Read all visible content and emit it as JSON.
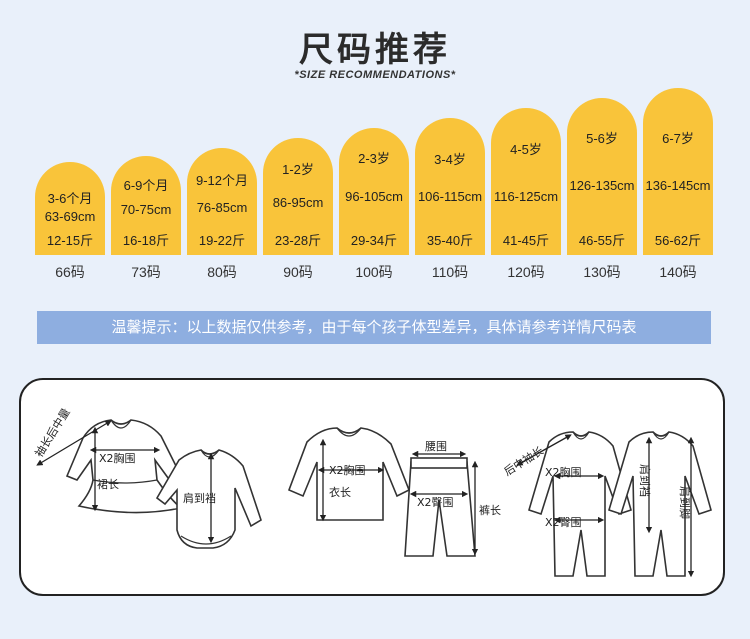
{
  "title": "尺码推荐",
  "subtitle": "*SIZE RECOMMENDATIONS*",
  "colors": {
    "pill": "#f9c43a",
    "tip_bg": "#8eaee0",
    "background": "#e9f0fa"
  },
  "sizes": [
    {
      "age": "3-6个月",
      "height": "63-69cm",
      "weight": "12-15斤",
      "code": "66码"
    },
    {
      "age": "6-9个月",
      "height": "70-75cm",
      "weight": "16-18斤",
      "code": "73码"
    },
    {
      "age": "9-12个月",
      "height": "76-85cm",
      "weight": "19-22斤",
      "code": "80码"
    },
    {
      "age": "1-2岁",
      "height": "86-95cm",
      "weight": "23-28斤",
      "code": "90码"
    },
    {
      "age": "2-3岁",
      "height": "96-105cm",
      "weight": "29-34斤",
      "code": "100码"
    },
    {
      "age": "3-4岁",
      "height": "106-115cm",
      "weight": "35-40斤",
      "code": "110码"
    },
    {
      "age": "4-5岁",
      "height": "116-125cm",
      "weight": "41-45斤",
      "code": "120码"
    },
    {
      "age": "5-6岁",
      "height": "126-135cm",
      "weight": "46-55斤",
      "code": "130码"
    },
    {
      "age": "6-7岁",
      "height": "136-145cm",
      "weight": "56-62斤",
      "code": "140码"
    }
  ],
  "tip": "温馨提示：以上数据仅供参考，由于每个孩子体型差异，具体请参考详情尺码表",
  "guide": {
    "dress": {
      "sleeve": "袖长后中量",
      "chest": "X2胸围",
      "length": "裙长"
    },
    "bodysuit": {
      "shoulder": "肩到裆"
    },
    "top": {
      "chest": "X2胸围",
      "length": "衣长"
    },
    "pants": {
      "waist": "腰围",
      "hip": "X2臀围",
      "length": "裤长"
    },
    "romper": {
      "sleeve": "后中袖长",
      "chest": "X2胸围",
      "hip": "X2臀围",
      "shoulder_crotch": "肩到裆",
      "shoulder_foot": "肩到脚"
    }
  }
}
